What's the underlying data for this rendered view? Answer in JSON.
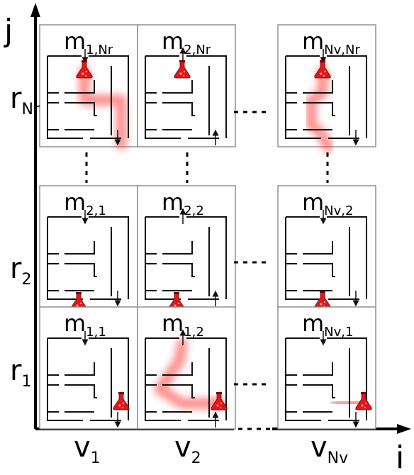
{
  "axes": {
    "x_label": "i",
    "y_label": "j",
    "x_ticks": [
      {
        "base": "v",
        "sub": "1"
      },
      {
        "base": "v",
        "sub": "2"
      },
      {
        "base": "v",
        "sub": "Nv"
      }
    ],
    "y_ticks": [
      {
        "base": "r",
        "sub": "Nr"
      },
      {
        "base": "r",
        "sub": "2"
      },
      {
        "base": "r",
        "sub": "1"
      }
    ]
  },
  "cells": [
    {
      "base": "m",
      "sub": "1,Nr"
    },
    {
      "base": "m",
      "sub": "2,Nr"
    },
    {
      "base": "m",
      "sub": "Nv,Nr"
    },
    {
      "base": "m",
      "sub": "2,1"
    },
    {
      "base": "m",
      "sub": "2,2"
    },
    {
      "base": "m",
      "sub": "Nv,2"
    },
    {
      "base": "m",
      "sub": "1,1"
    },
    {
      "base": "m",
      "sub": "1,2"
    },
    {
      "base": "m",
      "sub": "Nv,1"
    }
  ],
  "colors": {
    "trail": "#ff3b3b",
    "flask": "#e01818",
    "line": "#111111"
  },
  "icons": {
    "flask": "flask-icon"
  }
}
